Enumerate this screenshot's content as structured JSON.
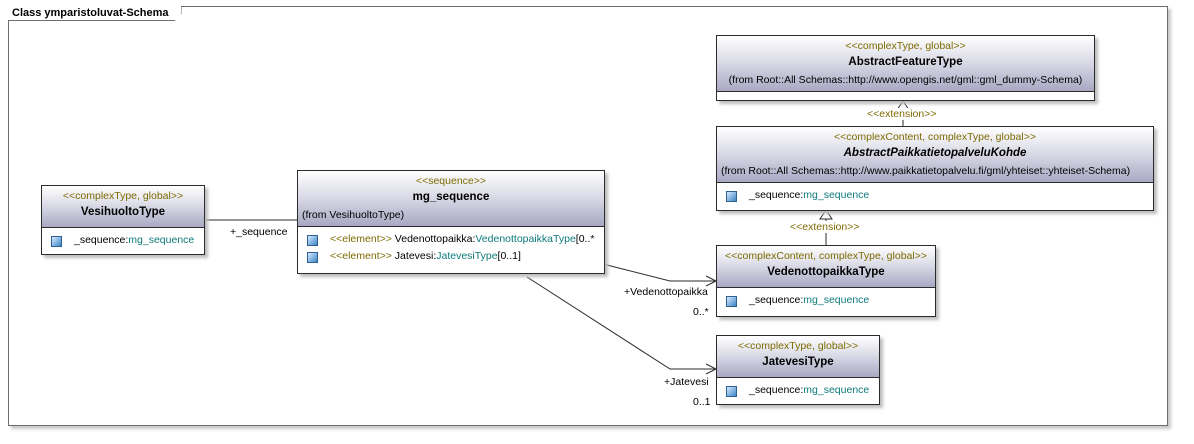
{
  "frame": {
    "title": "Class ymparistoluvat-Schema"
  },
  "classes": {
    "abstract_feature": {
      "stereotype": "<<complexType, global>>",
      "name": "AbstractFeatureType",
      "from": "(from Root::All Schemas::http://www.opengis.net/gml::gml_dummy-Schema)"
    },
    "abstract_paikka": {
      "stereotype": "<<complexContent, complexType, global>>",
      "name": "AbstractPaikkatietopalveluKohde",
      "from": "(from Root::All Schemas::http://www.paikkatietopalvelu.fi/gml/yhteiset::yhteiset-Schema)",
      "attr_name": "_sequence:",
      "attr_type": "mg_sequence"
    },
    "vesihuolto": {
      "stereotype": "<<complexType, global>>",
      "name": "VesihuoltoType",
      "attr_name": "_sequence:",
      "attr_type": "mg_sequence"
    },
    "mg_sequence": {
      "stereotype": "<<sequence>>",
      "name": "mg_sequence",
      "from": "(from VesihuoltoType)",
      "attrs": [
        {
          "kw": "<<element>>",
          "name": " Vedenottopaikka:",
          "type": "VedenottopaikkaType",
          "mult": "[0..*"
        },
        {
          "kw": "<<element>>",
          "name": " Jatevesi:",
          "type": "JatevesiType",
          "mult": "[0..1]"
        }
      ]
    },
    "vedenotto": {
      "stereotype": "<<complexContent, complexType, global>>",
      "name": "VedenottopaikkaType",
      "attr_name": "_sequence:",
      "attr_type": "mg_sequence"
    },
    "jatevesi": {
      "stereotype": "<<complexType, global>>",
      "name": "JatevesiType",
      "attr_name": "_sequence:",
      "attr_type": "mg_sequence"
    }
  },
  "links": {
    "ext1": "<<extension>>",
    "ext2": "<<extension>>",
    "seq_role": "+_sequence",
    "vedenotto_role": "+Vedenottopaikka",
    "vedenotto_mult": "0..*",
    "jatevesi_role": "+Jatevesi",
    "jatevesi_mult": "0..1"
  }
}
